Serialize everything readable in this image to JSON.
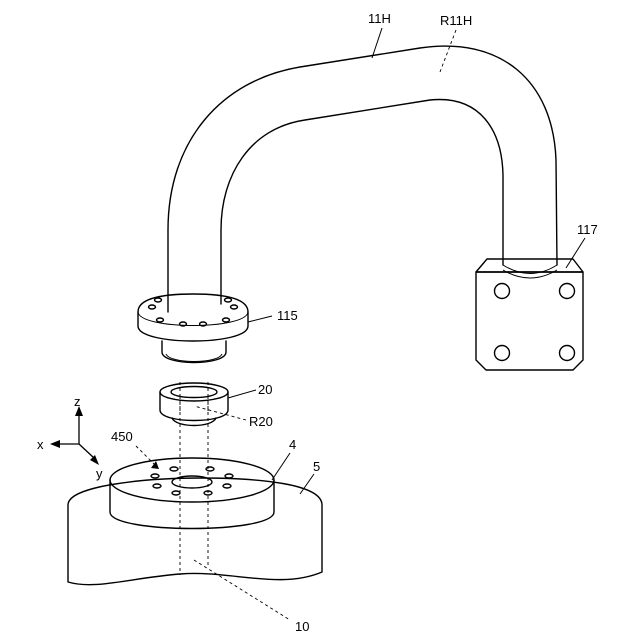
{
  "labels": {
    "pipe_11H": "11H",
    "radius_R11H": "R11H",
    "block_117": "117",
    "flange_115": "115",
    "ring_20": "20",
    "radius_R20": "R20",
    "holes_450": "450",
    "plate_4": "4",
    "base_5": "5",
    "axis_10": "10"
  },
  "axes": {
    "z": "z",
    "x": "x",
    "y": "y"
  },
  "colors": {
    "stroke": "#000000",
    "background": "#ffffff"
  }
}
